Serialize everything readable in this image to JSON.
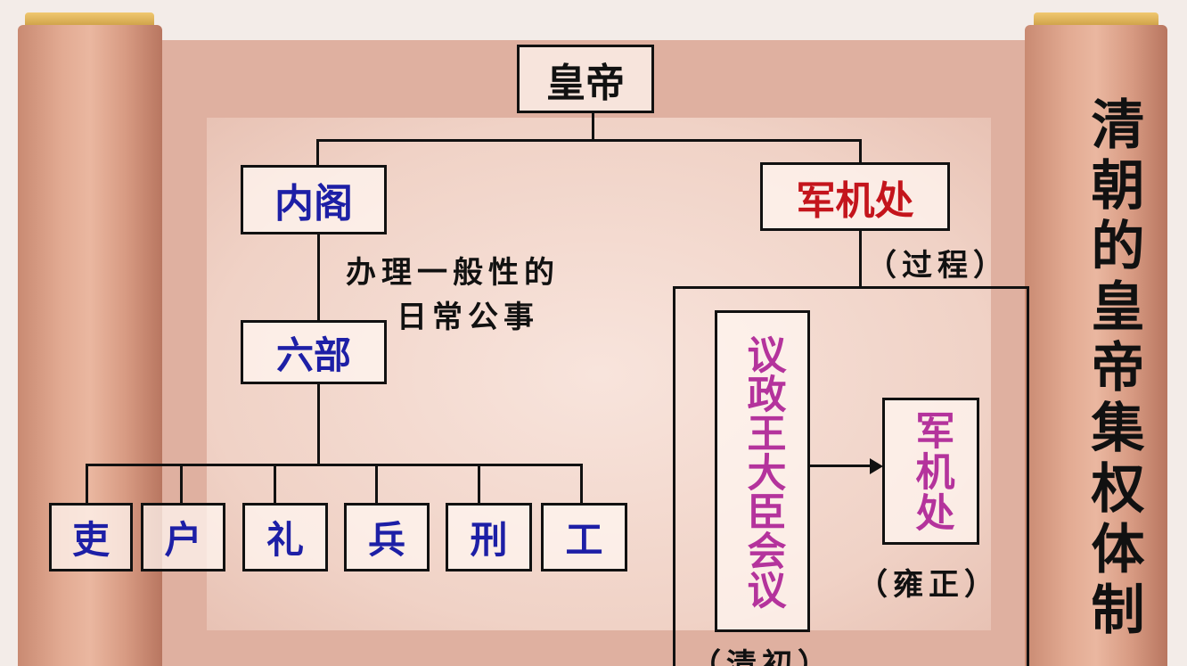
{
  "title": "清朝的皇帝集权体制",
  "colors": {
    "blue": "#1d1fa6",
    "red": "#c4151c",
    "magenta": "#b4339c",
    "line": "#111111"
  },
  "nodes": {
    "emperor": "皇帝",
    "neige": "内阁",
    "neige_note_1": "办理一般性的",
    "neige_note_2": "日常公事",
    "liubu": "六部",
    "ministries": [
      "吏",
      "户",
      "礼",
      "兵",
      "刑",
      "工"
    ],
    "junjichu_top": "军机处",
    "process_label": "（过程）",
    "yizheng": "议政王大臣会议",
    "yizheng_era": "（清初）",
    "junjichu": "军机处",
    "junjichu_era": "（雍正）"
  }
}
